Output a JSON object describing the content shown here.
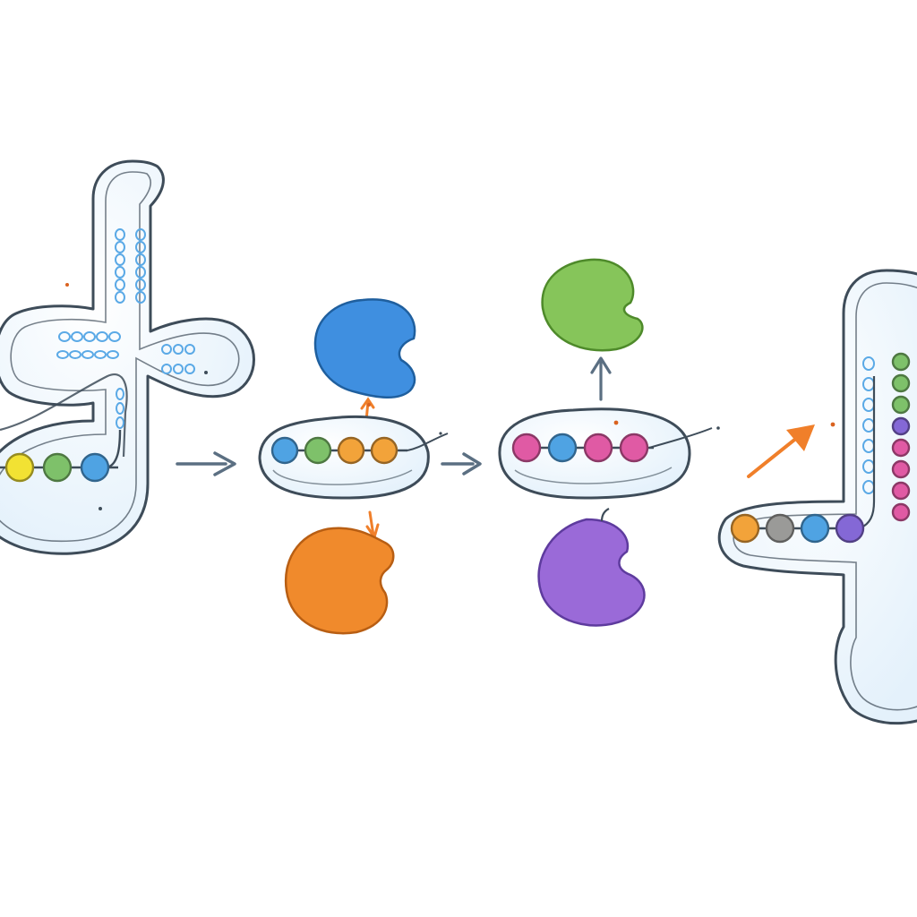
{
  "colors": {
    "background": "#ffffff",
    "outline": "#3e4c59",
    "fill": "#eef6fc",
    "pairing": "#5aa9e6",
    "flow_arrow": "#5b6f82",
    "release_arrow": "#f07f2a",
    "bead_yellow": "#f2e233",
    "bead_green": "#7ec16a",
    "bead_blue": "#4fa3e3",
    "bead_orange": "#f2a33a",
    "bead_pink": "#e05aa4",
    "bead_gray": "#9a9a98",
    "bead_purple": "#8468d6",
    "blob_blue": "#3f8fe0",
    "blob_orange": "#f08a2c",
    "blob_green": "#86c55a",
    "blob_purple": "#9a6ad8"
  },
  "stages": [
    {
      "name": "trna-left",
      "beads": [
        "bead_yellow",
        "bead_green",
        "bead_blue"
      ]
    },
    {
      "name": "complex-a",
      "beads": [
        "bead_blue",
        "bead_green",
        "bead_orange",
        "bead_orange"
      ],
      "top_blob": "blob_blue",
      "bottom_blob": "blob_orange"
    },
    {
      "name": "complex-b",
      "beads": [
        "bead_pink",
        "bead_blue",
        "bead_pink",
        "bead_pink"
      ],
      "top_blob": "blob_green",
      "bottom_blob": "blob_purple"
    },
    {
      "name": "trna-right",
      "beads": [
        "bead_orange",
        "bead_gray",
        "bead_blue",
        "bead_purple"
      ],
      "stem_beads": [
        "bead_green",
        "bead_green",
        "bead_green",
        "bead_purple",
        "bead_pink",
        "bead_pink",
        "bead_pink",
        "bead_pink"
      ]
    }
  ]
}
